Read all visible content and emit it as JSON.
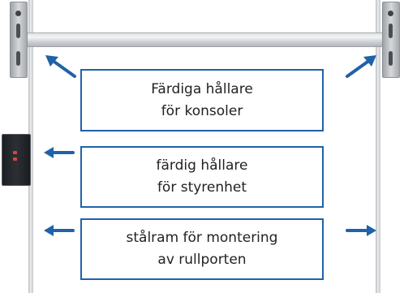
{
  "labels": {
    "consoles": {
      "line1": "Färdiga hållare",
      "line2": "för konsoler"
    },
    "controller": {
      "line1": "färdig hållare",
      "line2": "för styrenhet"
    },
    "frame": {
      "line1": "stålram för montering",
      "line2": "av rullporten"
    }
  },
  "colors": {
    "accent": "#2062a8",
    "text": "#222222",
    "background": "#ffffff"
  },
  "icons": [
    "arrow-up-left-icon",
    "arrow-up-right-icon",
    "arrow-left-icon",
    "arrow-right-icon"
  ]
}
